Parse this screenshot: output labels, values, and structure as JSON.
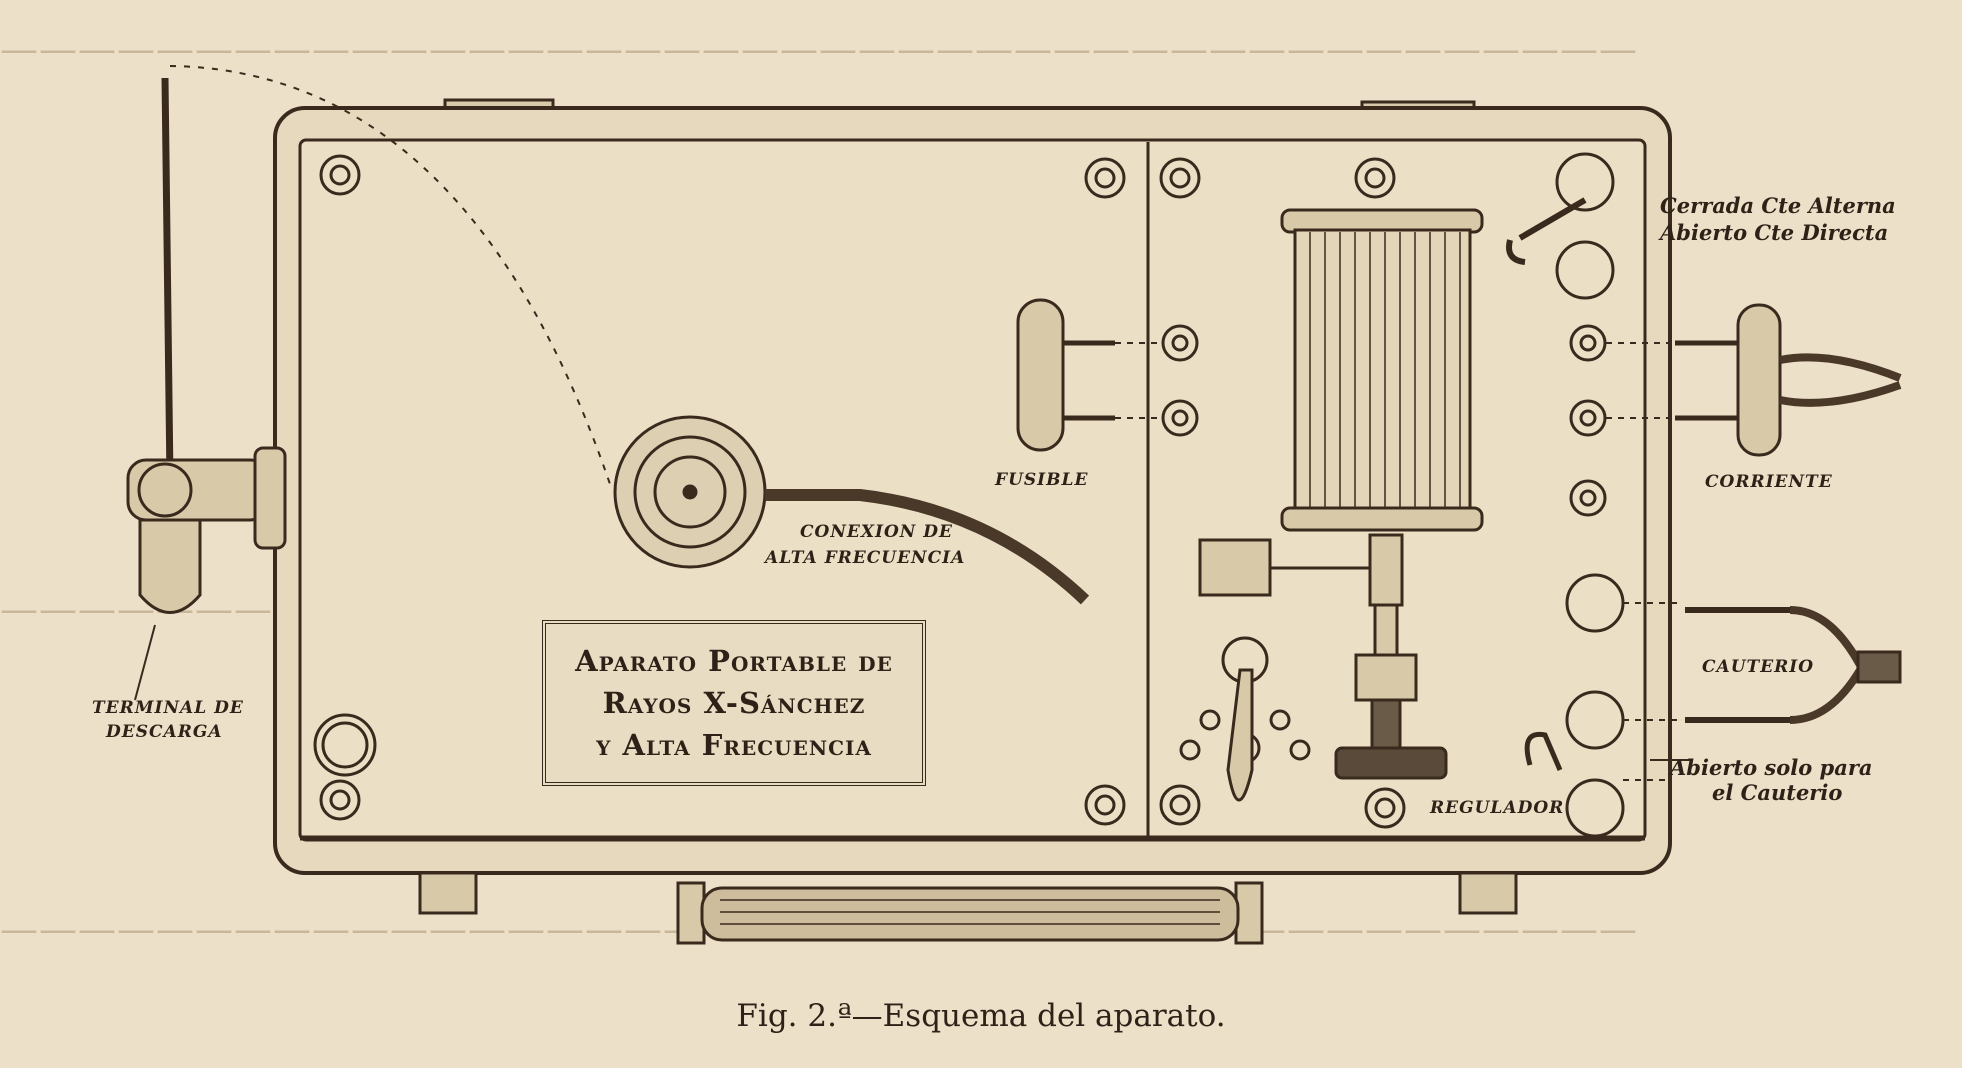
{
  "figure": {
    "caption": "Fig.  2.ª—Esquema del aparato.",
    "nameplate": [
      "Aparato Portable de",
      "Rayos X-Sánchez",
      "y Alta Frecuencia"
    ],
    "labels": {
      "terminal_descarga": [
        "TERMINAL DE",
        "DESCARGA"
      ],
      "conexion": [
        "CONEXION DE",
        "ALTA FRECUENCIA"
      ],
      "fusible": "FUSIBLE",
      "regulador": "REGULADOR",
      "cerrada_abierto": [
        "Cerrada Cte Alterna",
        "Abierto Cte Directa"
      ],
      "corriente": "CORRIENTE",
      "cauterio": "CAUTERIO",
      "abierto_cauterio": [
        "Abierto solo para",
        "el Cauterio"
      ]
    }
  },
  "colors": {
    "paper": "#ece0c8",
    "ink": "#3a2a1e",
    "bleed_text": "#c9b79c"
  }
}
